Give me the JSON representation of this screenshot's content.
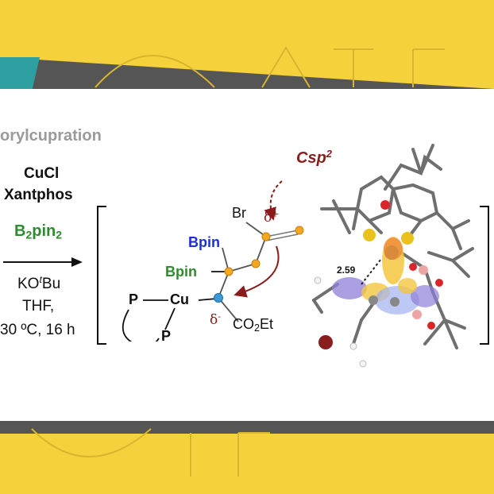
{
  "section_label": "orylcupration",
  "conditions": {
    "reagent1": "CuCl",
    "reagent2": "Xantphos",
    "boron_base": "B",
    "boron_sub": "2",
    "boron_tail": "pin",
    "boron_tail_sub": "2",
    "base_prefix": "KO",
    "base_sup": "t",
    "base_suffix": "Bu",
    "solvent": "THF,",
    "temp_time": "30 ºC, 16 h"
  },
  "scheme": {
    "csp2_prefix": "Csp",
    "csp2_sup": "2",
    "br": "Br",
    "delta_plus": "δ",
    "delta_plus_sup": "+",
    "delta_minus": "δ",
    "delta_minus_sup": "-",
    "bpin_top": "Bpin",
    "bpin_left": "Bpin",
    "p_left": "P",
    "cu": "Cu",
    "p_bottom": "P",
    "co2et_a": "CO",
    "co2et_sub": "2",
    "co2et_b": "Et"
  },
  "model": {
    "distance_label": "2.59"
  },
  "colors": {
    "background": "#f5d13c",
    "teal": "#2e9fa0",
    "dark_band": "#555555",
    "green": "#2e8b2e",
    "blue": "#1a2fd8",
    "dark_red": "#8b1a1a",
    "orange_atom": "#f5a623",
    "blue_atom": "#3a9ad9"
  }
}
